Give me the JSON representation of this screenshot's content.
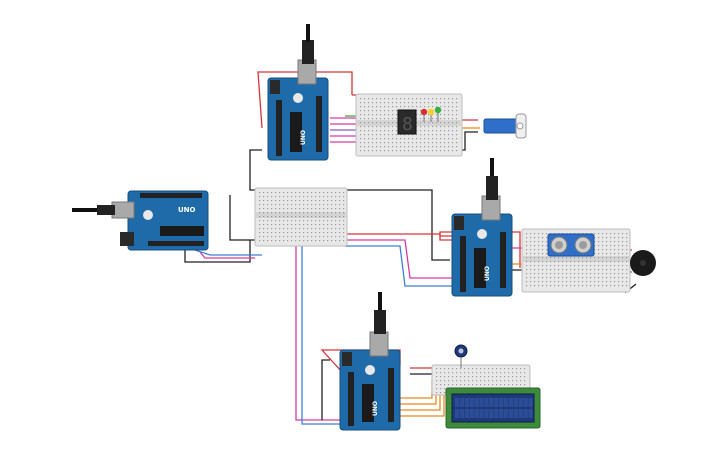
{
  "circuit": {
    "board_brand": "UNO",
    "boards": [
      {
        "id": "uno-left"
      },
      {
        "id": "uno-top"
      },
      {
        "id": "uno-right"
      },
      {
        "id": "uno-bottom"
      }
    ],
    "components": {
      "seven_segment_digit": "8",
      "led_colors": [
        "#d62f2f",
        "#ffcf2e",
        "#2fb33c"
      ],
      "lcd_color": "#1f3a7a",
      "servo_color": "#2f6fc9",
      "buzzer_color": "#1a1a1a"
    },
    "wire_colors": {
      "red": "#d6343a",
      "black": "#222222",
      "pink": "#d83aa4",
      "blue": "#3f7fd8",
      "orange": "#e88a1c",
      "green": "#3ea83e",
      "purple": "#8a5fc7"
    },
    "board_color": "#1f6aa8",
    "breadboard_color": "#e8e8e8"
  }
}
